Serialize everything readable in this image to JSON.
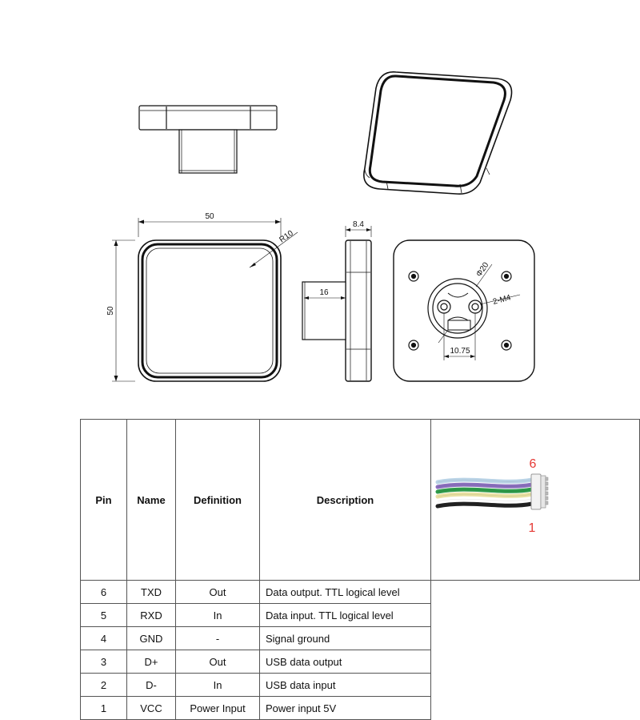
{
  "dimensions": {
    "width": "50",
    "height": "50",
    "radius": "R10",
    "thickness": "8.4",
    "stem_length": "16",
    "diameter": "Φ20",
    "screw_holes": "2-M4",
    "hole_spacing": "10.75"
  },
  "pin_table": {
    "headers": [
      "Pin",
      "Name",
      "Definition",
      "Description"
    ],
    "rows": [
      {
        "pin": "6",
        "name": "TXD",
        "definition": "Out",
        "description": "Data output. TTL logical level"
      },
      {
        "pin": "5",
        "name": "RXD",
        "definition": "In",
        "description": "Data input. TTL logical level"
      },
      {
        "pin": "4",
        "name": "GND",
        "definition": "-",
        "description": "Signal ground"
      },
      {
        "pin": "3",
        "name": "D+",
        "definition": "Out",
        "description": "USB data output"
      },
      {
        "pin": "2",
        "name": "D-",
        "definition": "In",
        "description": "USB data input"
      },
      {
        "pin": "1",
        "name": "VCC",
        "definition": "Power Input",
        "description": "Power input 5V"
      }
    ]
  },
  "connector": {
    "label_top": "6",
    "label_bottom": "1",
    "label_color": "#e53935",
    "wire_colors": [
      "#b9d3e6",
      "#8a6fbd",
      "#2e9a4a",
      "#e8e0a2",
      "#ffffff",
      "#222222"
    ]
  }
}
